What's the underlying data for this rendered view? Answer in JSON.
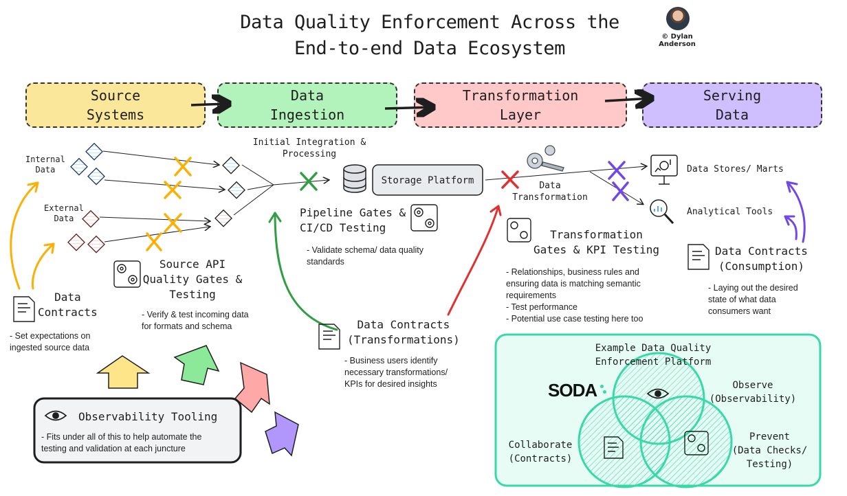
{
  "title": "Data Quality Enforcement Across the\nEnd-to-end Data Ecosystem",
  "author": {
    "line1": "© Dylan",
    "line2": "Anderson"
  },
  "stages": {
    "source": "Source\nSystems",
    "ingestion": "Data\nIngestion",
    "transformation": "Transformation\nLayer",
    "serving": "Serving\nData"
  },
  "colors": {
    "source": "#fbe79a",
    "ingestion": "#b2f2bb",
    "transformation": "#ffc9c9",
    "serving": "#d0bfff",
    "check_good": "#2f9e44",
    "check_bad": "#e03131",
    "gate_x": "#fab005",
    "serve_x": "#7048e8",
    "platform": "#38d9a9"
  },
  "labels": {
    "internal_data": "Internal\nData",
    "external_data": "External\nData",
    "initial_integration": "Initial Integration &\nProcessing",
    "storage_platform": "Storage Platform",
    "data_transformation": "Data\nTransformation",
    "data_stores": "Data Stores/ Marts",
    "analytical_tools": "Analytical Tools"
  },
  "sections": {
    "source_contracts": {
      "title": "Data\nContracts",
      "note": "- Set expectations on\ningested source data"
    },
    "source_api": {
      "title": "Source API\nQuality Gates &\nTesting",
      "note": "- Verify & test incoming data\nfor formats and schema"
    },
    "pipeline_gates": {
      "title": "Pipeline Gates &\nCI/CD Testing",
      "note": "- Validate schema/ data quality\nstandards"
    },
    "transformation_contracts": {
      "title": "Data Contracts\n(Transformations)",
      "note": "- Business users identify\nnecessary transformations/\nKPIs for desired insights"
    },
    "transformation_gates": {
      "title": "Transformation\nGates & KPI Testing",
      "note": "- Relationships, business rules and\nensuring data is matching semantic\nrequirements\n- Test performance\n- Potential use case testing here too"
    },
    "consumption_contracts": {
      "title": "Data Contracts\n(Consumption)",
      "note": "- Laying out the desired\nstate of what data\nconsumers want"
    },
    "observability": {
      "title": "Observability Tooling",
      "note": "- Fits under all of this to help automate the\ntesting and validation at each juncture"
    }
  },
  "platform": {
    "title": "Example Data Quality\nEnforcement Platform",
    "logo": "SODA",
    "observe": "Observe\n(Observability)",
    "collaborate": "Collaborate\n(Contracts)",
    "prevent": "Prevent\n(Data Checks/\nTesting)"
  },
  "icons": [
    "eye-icon",
    "gears-icon",
    "document-handshake-icon",
    "database-icon",
    "dashboard-icon",
    "magnifier-chart-icon",
    "gear-wrench-icon"
  ]
}
